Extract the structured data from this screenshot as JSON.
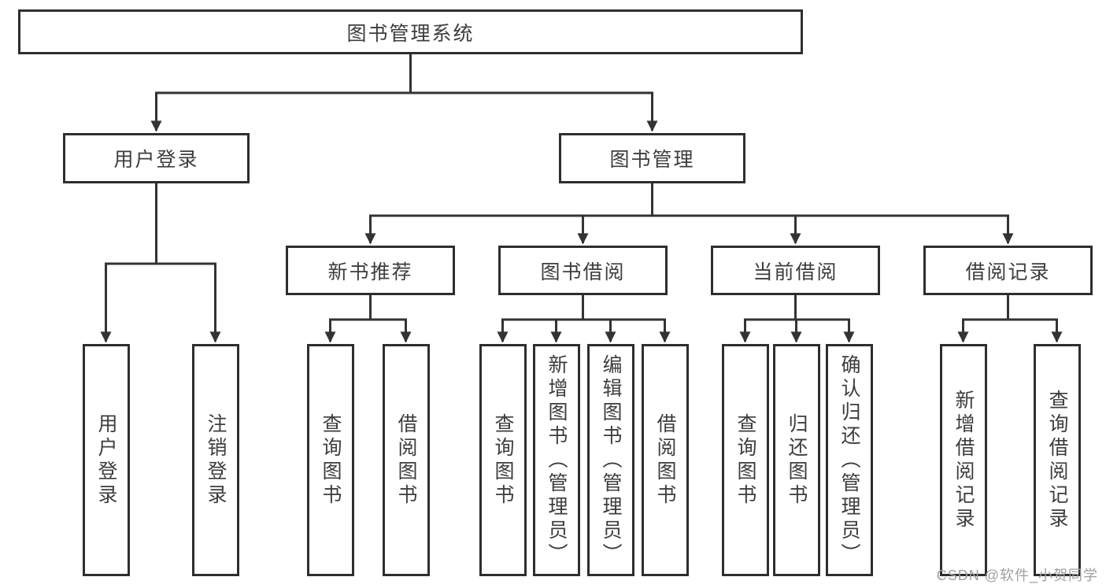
{
  "tree": {
    "root": {
      "label": "图书管理系统"
    },
    "branches": [
      {
        "label": "用户登录",
        "children": [
          {
            "label": "用户登录"
          },
          {
            "label": "注销登录"
          }
        ]
      },
      {
        "label": "图书管理",
        "children": [
          {
            "label": "新书推荐",
            "children": [
              {
                "label": "查询图书"
              },
              {
                "label": "借阅图书"
              }
            ]
          },
          {
            "label": "图书借阅",
            "children": [
              {
                "label": "查询图书"
              },
              {
                "label": "新增图书（管理员）"
              },
              {
                "label": "编辑图书（管理员）"
              },
              {
                "label": "借阅图书"
              }
            ]
          },
          {
            "label": "当前借阅",
            "children": [
              {
                "label": "查询图书"
              },
              {
                "label": "归还图书"
              },
              {
                "label": "确认归还（管理员）"
              }
            ]
          },
          {
            "label": "借阅记录",
            "children": [
              {
                "label": "新增借阅记录"
              },
              {
                "label": "查询借阅记录"
              }
            ]
          }
        ]
      }
    ]
  },
  "style": {
    "line_color": "#333333",
    "border_color": "#2e2e2e",
    "text_color": "#3d3d3d",
    "background": "#ffffff",
    "watermark_color": "#9f9f9f"
  },
  "watermark": {
    "text": "CSDN @软件_小贺同学"
  }
}
